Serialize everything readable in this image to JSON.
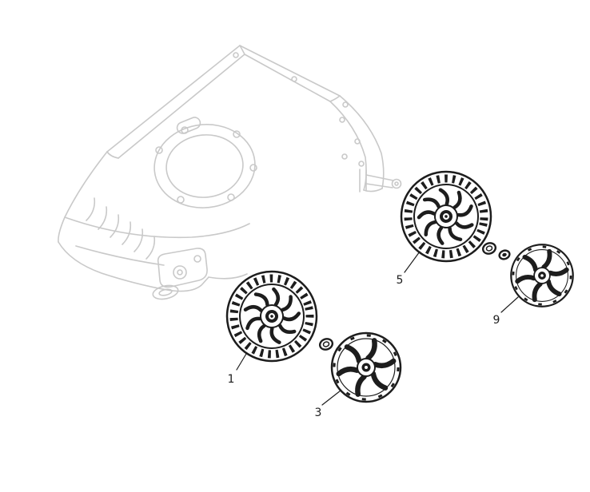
{
  "page": {
    "background_color": "#ffffff"
  },
  "diagram": {
    "kind": "exploded-parts-diagram",
    "part_stroke_color": "#1d1d1d",
    "ghost_stroke_color": "#c9c9c9",
    "callouts": [
      {
        "label": "1"
      },
      {
        "label": "3"
      },
      {
        "label": "5"
      },
      {
        "label": "9"
      }
    ]
  }
}
